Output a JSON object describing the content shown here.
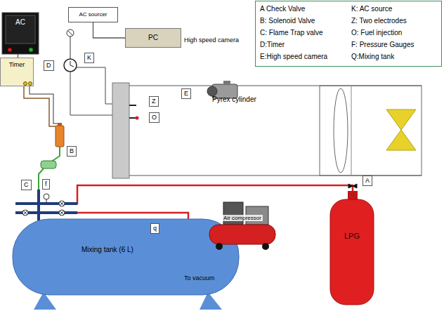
{
  "diagram": {
    "nodes": [
      {
        "text": [
          "AC sourcer"
        ]
      },
      {
        "text": [
          "PC"
        ]
      },
      {
        "text": [
          "AC"
        ]
      },
      {
        "text": [
          "Timer"
        ]
      },
      {
        "text": [
          "Pyrex cylinder"
        ]
      },
      {
        "text": [
          "Mixing tank (6 L)"
        ]
      },
      {
        "text": [
          "Air compressor"
        ]
      },
      {
        "text": [
          "LPG"
        ]
      }
    ],
    "edges": [
      {
        "from": 0,
        "to": 1,
        "arrow": "none"
      },
      {
        "from": 2,
        "to": 3,
        "arrow": "none"
      }
    ],
    "labels": [
      "D",
      "K",
      "High speed camera",
      "E",
      "Z",
      "O",
      "B",
      "C",
      "f",
      "A",
      "q",
      "To vacuum"
    ],
    "legend": [
      {
        "text": "A Check Valve"
      },
      {
        "text": "K: AC source"
      },
      {
        "text": "B: Solenoid Valve"
      },
      {
        "text": "Z: Two electrodes"
      },
      {
        "text": "C: Flame Trap valve"
      },
      {
        "text": "O: Fuel  injection"
      },
      {
        "text": "D:Timer"
      },
      {
        "text": "F: Pressure Gauges"
      },
      {
        "text": "E:High speed camera"
      },
      {
        "text": "Q:Mixing tank"
      }
    ]
  }
}
